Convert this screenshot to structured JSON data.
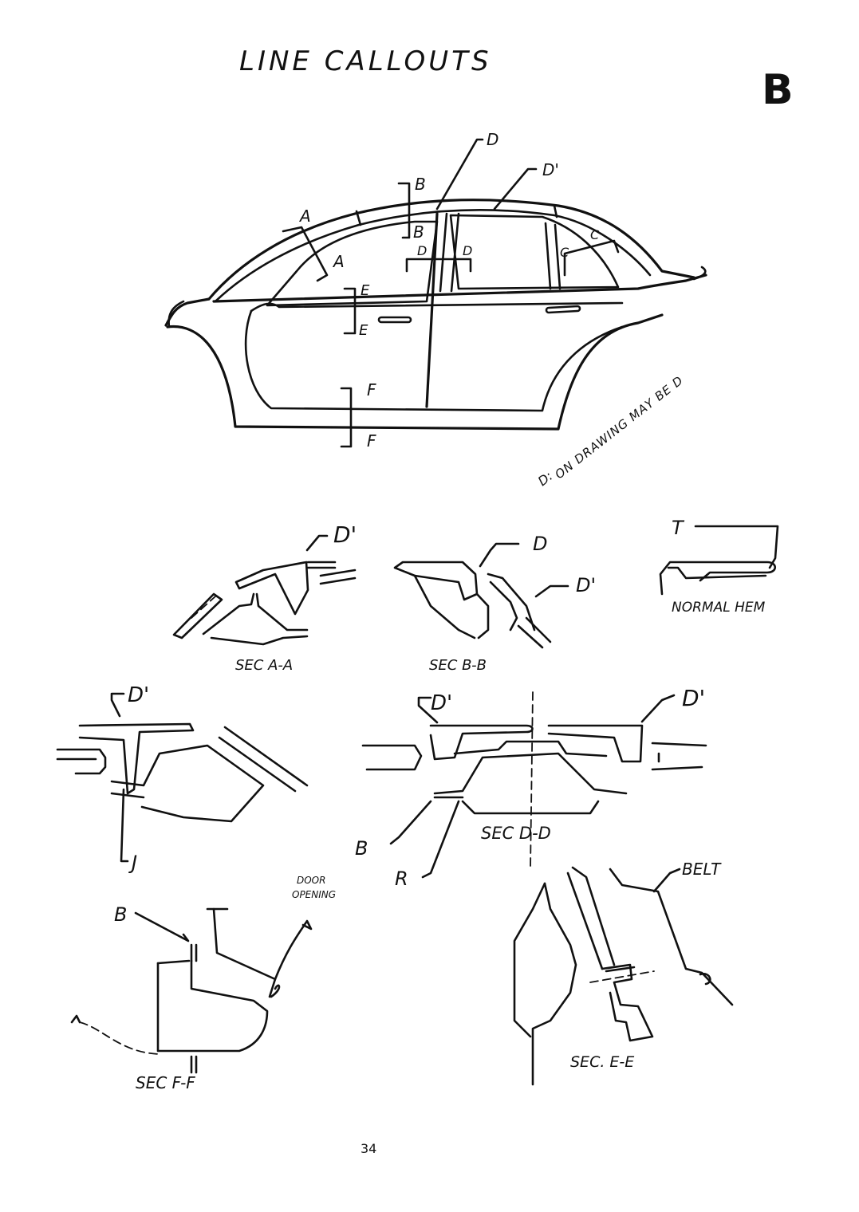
{
  "title": "LINE CALLOUTS",
  "sheet_letter": "B",
  "car_view": {
    "callouts": {
      "d": "D",
      "d_prime": "D'",
      "b_top": "B",
      "b_bottom": "B",
      "a_top": "A",
      "a_bottom": "A",
      "d_small_left": "D",
      "d_small_right": "D",
      "c_small_left": "C",
      "c_small_right": "C",
      "e_top": "E",
      "e_bottom": "E",
      "f_top": "F",
      "f_bottom": "F"
    },
    "note_mark": "D:",
    "note_text": "ON DRAWING MAY BE D"
  },
  "sections": {
    "sec_aa": {
      "label": "SEC A-A",
      "callout": "D'"
    },
    "sec_bb": {
      "label": "SEC B-B",
      "callout_d": "D",
      "callout_d_prime": "D'"
    },
    "normal_hem": {
      "label": "NORMAL HEM",
      "callout": "T"
    },
    "sec_j": {
      "callout_d_prime": "D'",
      "callout_j": "J"
    },
    "sec_dd": {
      "label": "SEC D-D",
      "callout_left": "D'",
      "callout_right": "D'",
      "callout_b": "B",
      "callout_r": "R"
    },
    "door_note": {
      "line1": "DOOR",
      "line2": "OPENING"
    },
    "sec_ff": {
      "label": "SEC F-F",
      "callout_b": "B"
    },
    "sec_ee": {
      "label": "SEC. E-E",
      "callout_belt": "BELT"
    }
  },
  "page_number": "34"
}
